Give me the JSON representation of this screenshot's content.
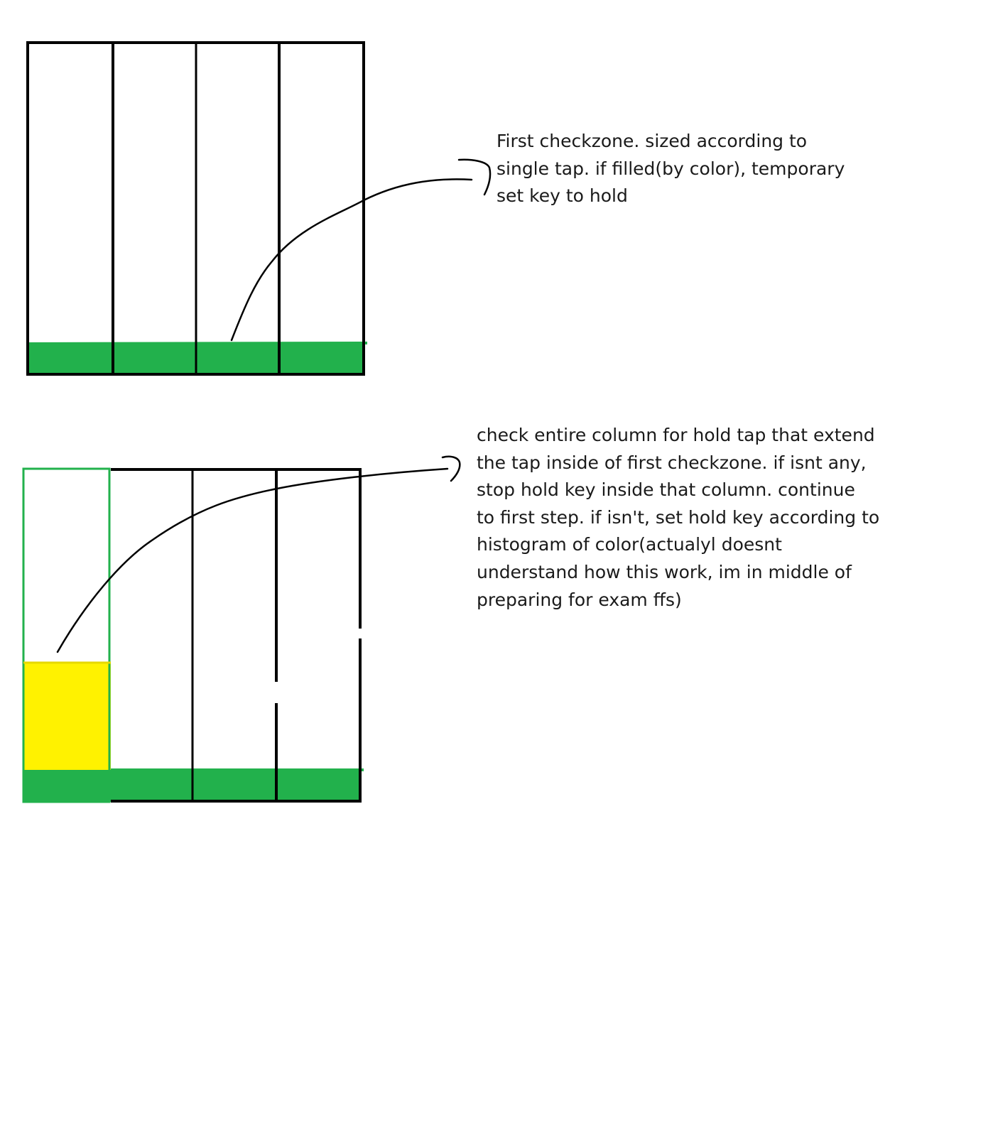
{
  "colors": {
    "background": "#ffffff",
    "outline": "#000000",
    "checkzone": "#22b14c",
    "hold_region": "#fff200",
    "text": "#1a1a1a"
  },
  "diagrams": [
    {
      "name": "first-step-lanes",
      "lane_count": 4,
      "checkzone_lanes_filled": [
        true,
        true,
        true,
        true
      ],
      "highlighted_lane": null
    },
    {
      "name": "second-step-lanes",
      "lane_count": 4,
      "checkzone_lanes_filled": [
        true,
        true,
        true,
        true
      ],
      "highlighted_lane": 1,
      "hold_tap_lane": 1
    }
  ],
  "notes": [
    {
      "lines": [
        "First checkzone. sized according to",
        "single tap. if filled(by color), temporary",
        "set key to hold"
      ]
    },
    {
      "lines": [
        "check entire column for hold tap that extend",
        "the tap inside of first checkzone. if isnt any,",
        "stop hold key inside that column. continue",
        "to first step. if isn't, set hold key according to",
        "histogram of color(actualyl doesnt",
        "understand how this work, im in middle of",
        "preparing for exam ffs)"
      ]
    }
  ]
}
